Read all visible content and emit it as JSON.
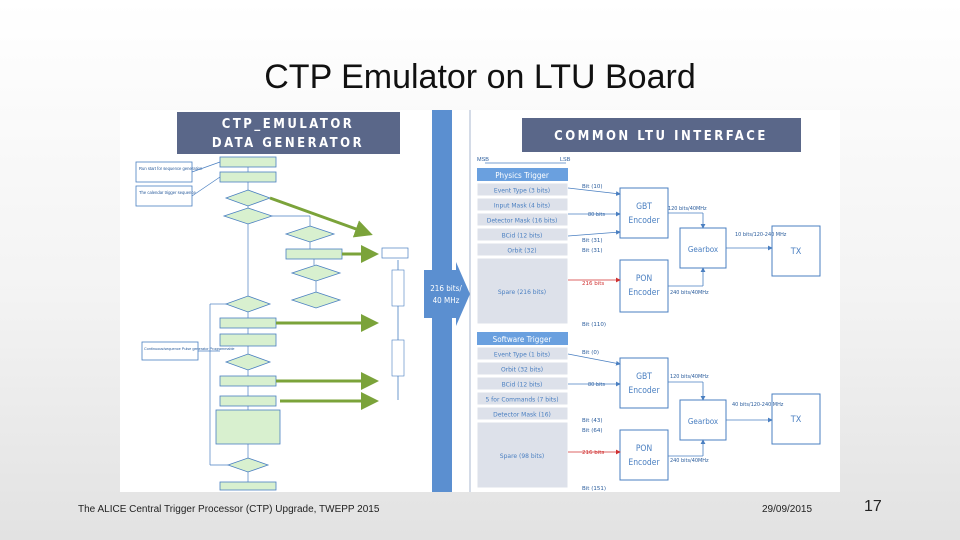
{
  "slide": {
    "title": "CTP Emulator on LTU Board",
    "footer": "The ALICE Central Trigger Processor (CTP) Upgrade, TWEPP 2015",
    "date": "29/09/2015",
    "page": "17"
  },
  "left_panel": {
    "title_line1": "CTP_EMULATOR",
    "title_line2": "DATA GENERATOR",
    "note1": "Run start for sequence generation",
    "note2": "The calendar trigger sequence",
    "note3": "Continuous/sequence Pulse generator Programmable",
    "bus_label_line1": "216 bits/",
    "bus_label_line2": "40 MHz"
  },
  "right_panel": {
    "title": "COMMON LTU INTERFACE",
    "col_left": "MSB",
    "col_right": "LSB",
    "physics_header": "Physics Trigger",
    "physics_fields": [
      "Event Type (3 bits)",
      "Input Mask (4 bits)",
      "Detector Mask (16 bits)",
      "BCid (12 bits)",
      "Orbit (32)",
      "Spare (216 bits)"
    ],
    "physics_markers": [
      "Bit (10)",
      "Bit (31)",
      "Bit (31)",
      "216 bits",
      "Bit (110)"
    ],
    "software_header": "Software Trigger",
    "software_fields": [
      "Event Type (1 bits)",
      "Orbit (32 bits)",
      "BCid (12 bits)",
      "5 for Commands (7 bits)",
      "Detector Mask (16)",
      "Spare (98 bits)"
    ],
    "software_markers": [
      "Bit (0)",
      "Bit (43)",
      "Bit (64)",
      "216 bits",
      "Bit (151)"
    ],
    "top": {
      "gbt_encoder": "GBT Encoder",
      "pon_encoder": "PON Encoder",
      "gearbox": "Gearbox",
      "tx": "TX",
      "gbt_rate": "120 bits/40MHz",
      "pon_rate": "240 bits/40MHz",
      "gearbox_rate": "10 bits/120-240 MHz",
      "gbt_in": "80 bits"
    },
    "bottom": {
      "gbt_encoder": "GBT Encoder",
      "pon_encoder": "PON Encoder",
      "gearbox": "Gearbox",
      "tx": "TX",
      "gbt_rate": "120 bits/40MHz",
      "pon_rate": "240 bits/40MHz",
      "gearbox_rate": "40 bits/120-240 MHz",
      "gbt_in": "80 bits"
    }
  },
  "colors": {
    "title_box": "#5a6789",
    "blue_bar": "#5b8fd0",
    "field_box": "#dde1ea",
    "header_box": "#6aa0df",
    "green_arrow": "#7ba33a",
    "flow_box": "#d8f0cf"
  }
}
